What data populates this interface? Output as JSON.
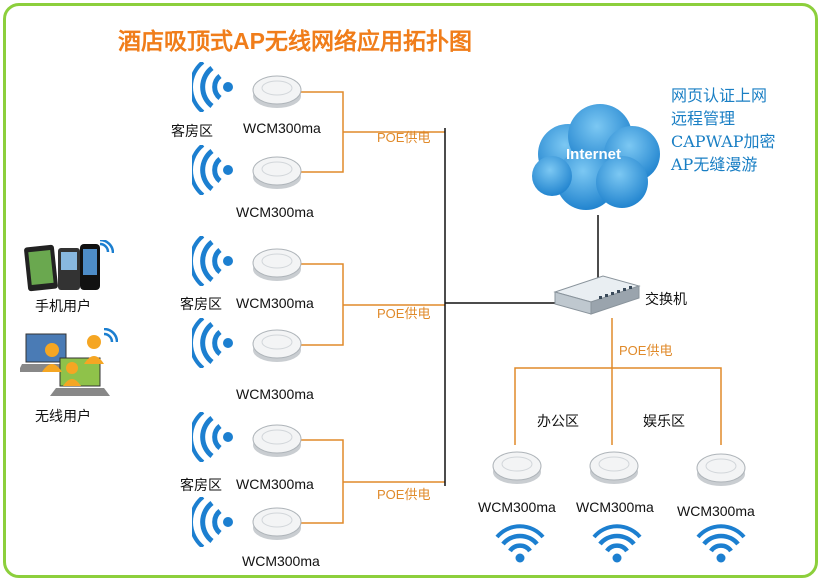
{
  "title": "酒店吸顶式AP无线网络应用拓扑图",
  "features": [
    "网页认证上网",
    "远程管理",
    "CAPWAP加密",
    "AP无缝漫游"
  ],
  "cloud_label": "Internet",
  "switch_label": "交换机",
  "poe_label": "POE供电",
  "room_label": "客房区",
  "ap_model": "WCM300ma",
  "office_label": "办公区",
  "entertainment_label": "娱乐区",
  "mobile_users_label": "手机用户",
  "wireless_users_label": "无线用户",
  "colors": {
    "border": "#8ccf3c",
    "title": "#f07d1a",
    "poe": "#e08a2a",
    "feature": "#1a7fc4",
    "cloud": "#2b8fd6"
  }
}
